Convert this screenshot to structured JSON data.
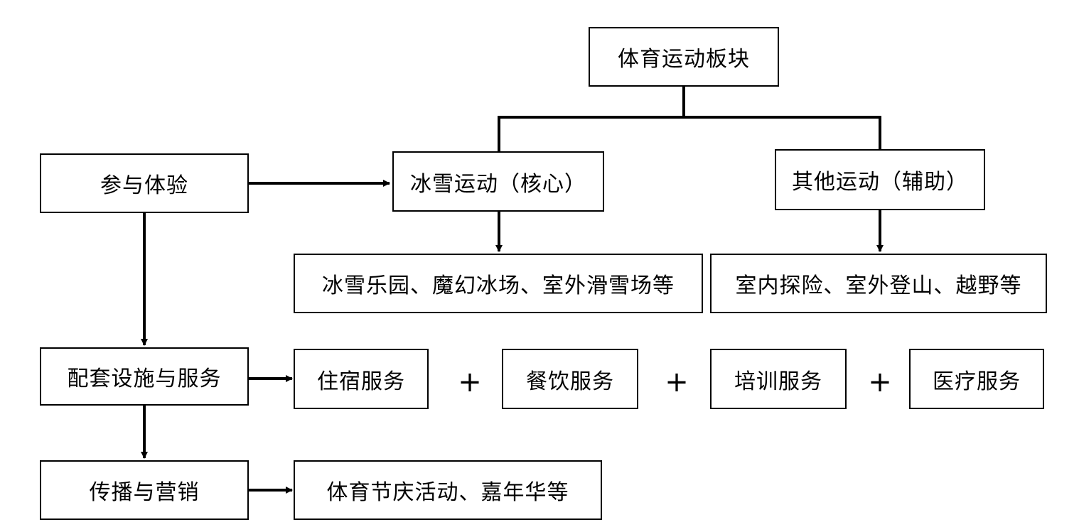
{
  "diagram": {
    "root": "体育运动板块",
    "core": "冰雪运动（核心）",
    "auxiliary": "其他运动（辅助）",
    "core_examples": "冰雪乐园、魔幻冰场、室外滑雪场等",
    "auxiliary_examples": "室内探险、室外登山、越野等",
    "participation": "参与体验",
    "facilities": "配套设施与服务",
    "promotion": "传播与营销",
    "services": [
      "住宿服务",
      "餐饮服务",
      "培训服务",
      "医疗服务"
    ],
    "plus_sign": "+",
    "promotion_examples": "体育节庆活动、嘉年华等"
  },
  "colors": {
    "line": "#000000",
    "box_border": "#000000",
    "background": "#ffffff"
  }
}
